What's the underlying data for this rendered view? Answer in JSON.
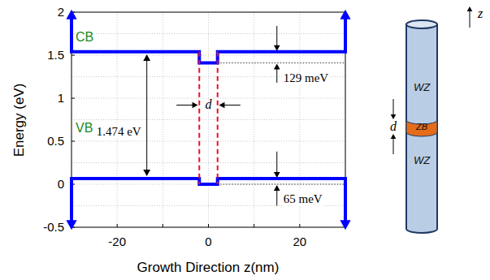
{
  "diagram": {
    "nodes": [
      {
        "text": [
          "WZ"
        ]
      },
      {
        "text": [
          "ZB"
        ]
      },
      {
        "text": [
          "WZ"
        ]
      }
    ],
    "labels": [
      "CB",
      "VB",
      "1.474 eV",
      "129 meV",
      "65 meV",
      "d",
      "d",
      "z",
      "Energy (eV)",
      "Growth Direction z(nm)",
      "2",
      "1.5",
      "1",
      "0.5",
      "0",
      "-0.5",
      "-20",
      "0",
      "20"
    ]
  }
}
